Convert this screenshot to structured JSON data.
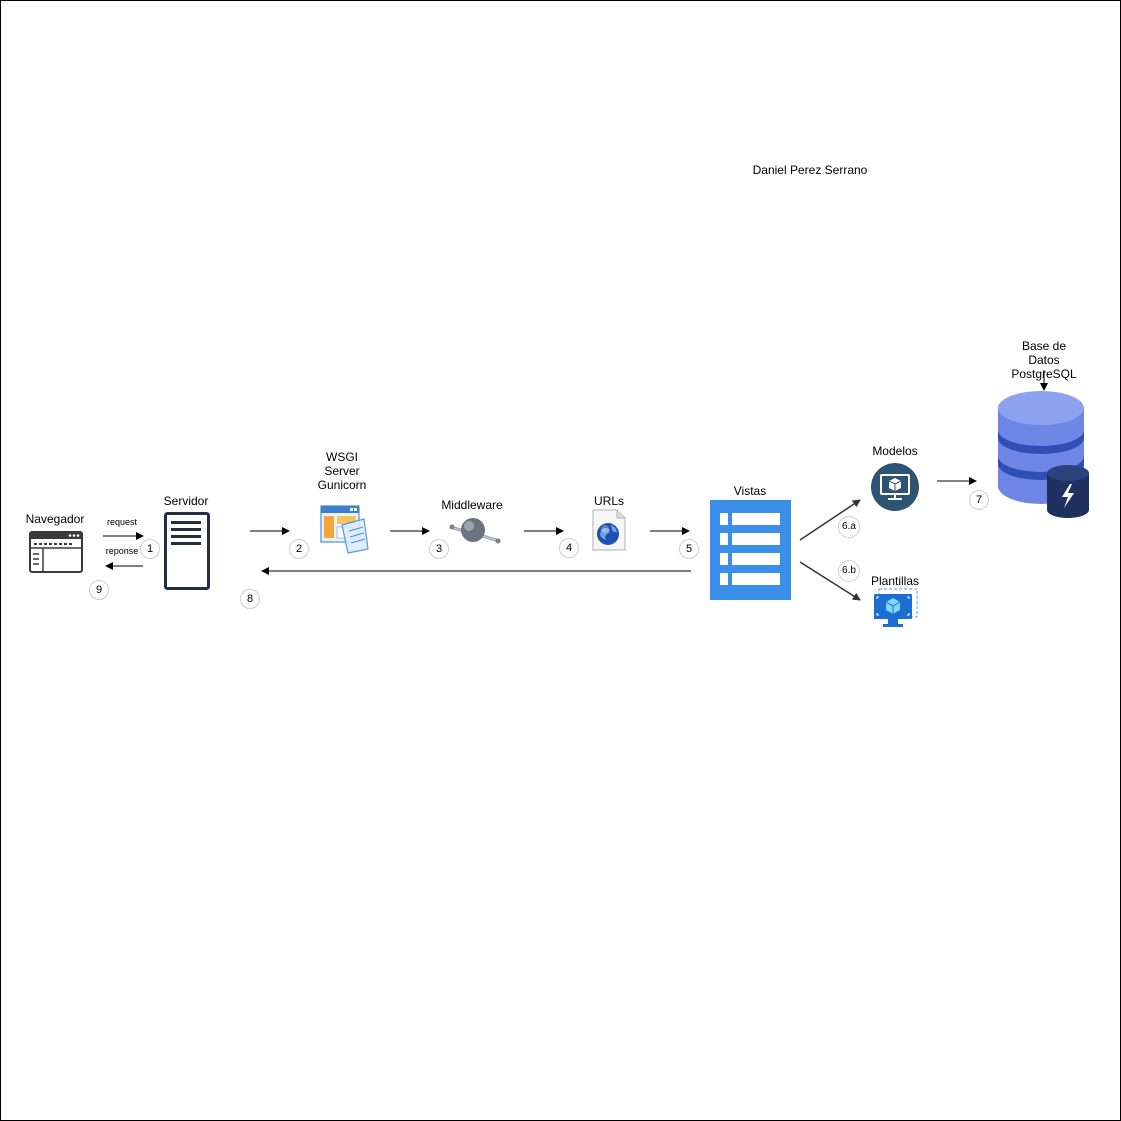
{
  "author": "Daniel Perez Serrano",
  "nodes": {
    "navegador": {
      "label": "Navegador",
      "icon": "browser-window-icon"
    },
    "servidor": {
      "label": "Servidor",
      "icon": "server-icon"
    },
    "wsgi": {
      "label_lines": [
        "WSGI",
        "Server",
        "Gunicorn"
      ],
      "icon": "application-window-icon"
    },
    "middleware": {
      "label": "Middleware",
      "icon": "connector-ball-icon"
    },
    "urls": {
      "label": "URLs",
      "icon": "globe-document-icon"
    },
    "vistas": {
      "label": "Vistas",
      "icon": "list-icon"
    },
    "modelos": {
      "label": "Modelos",
      "icon": "monitor-cube-icon"
    },
    "plantillas": {
      "label": "Plantillas",
      "icon": "monitor-cube-frame-icon"
    },
    "database": {
      "label_lines": [
        "Base de",
        "Datos",
        "PostgreSQL"
      ],
      "icon": "database-bolt-icon"
    }
  },
  "edges": {
    "request": "request",
    "reponse": "reponse"
  },
  "steps": {
    "s1": "1",
    "s2": "2",
    "s3": "3",
    "s4": "4",
    "s5": "5",
    "s6a": "6.a",
    "s6b": "6.b",
    "s7": "7",
    "s8": "8",
    "s9": "9"
  },
  "colors": {
    "vistas_blue": "#3b8fe8",
    "database_blue": "#6e86e6",
    "database_dark": "#1e3160",
    "modelos_teal": "#2f5473",
    "plantillas_blue": "#1a6fd1",
    "server_dark": "#232f3e"
  }
}
